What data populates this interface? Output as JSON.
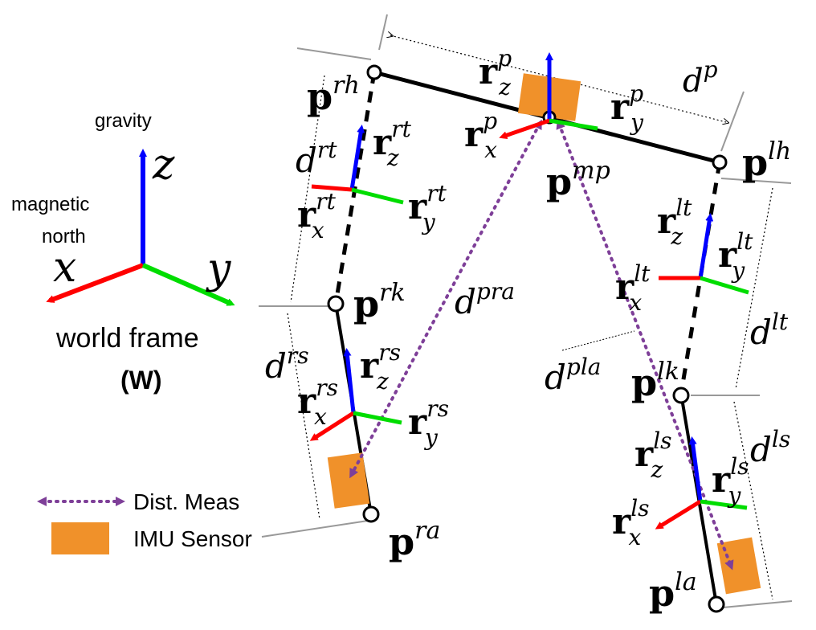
{
  "world_frame": {
    "gravity_label": "gravity",
    "north_label_line1": "magnetic",
    "north_label_line2": "north",
    "axis_z": "z",
    "axis_x": "x",
    "axis_y": "y",
    "frame_title": "world frame",
    "frame_symbol": "(W)"
  },
  "legend": {
    "distance_label": "Dist. Meas",
    "imu_label": "IMU Sensor"
  },
  "labels": {
    "p_rh": {
      "base": "p",
      "sup": "rh"
    },
    "p_lh": {
      "base": "p",
      "sup": "lh"
    },
    "p_mp": {
      "base": "p",
      "sup": "mp"
    },
    "p_rk": {
      "base": "p",
      "sup": "rk"
    },
    "p_lk": {
      "base": "p",
      "sup": "lk"
    },
    "p_ra": {
      "base": "p",
      "sup": "ra"
    },
    "p_la": {
      "base": "p",
      "sup": "la"
    },
    "d_p": {
      "base": "d",
      "sup": "p"
    },
    "d_rt": {
      "base": "d",
      "sup": "rt"
    },
    "d_rs": {
      "base": "d",
      "sup": "rs"
    },
    "d_lt": {
      "base": "d",
      "sup": "lt"
    },
    "d_ls": {
      "base": "d",
      "sup": "ls"
    },
    "d_pra": {
      "base": "d",
      "sup": "pra"
    },
    "d_pla": {
      "base": "d",
      "sup": "pla"
    },
    "r_z_p": {
      "base": "r",
      "sub": "z",
      "sup": "p"
    },
    "r_y_p": {
      "base": "r",
      "sub": "y",
      "sup": "p"
    },
    "r_x_p": {
      "base": "r",
      "sub": "x",
      "sup": "p"
    },
    "r_z_rt": {
      "base": "r",
      "sub": "z",
      "sup": "rt"
    },
    "r_x_rt": {
      "base": "r",
      "sub": "x",
      "sup": "rt"
    },
    "r_y_rt": {
      "base": "r",
      "sub": "y",
      "sup": "rt"
    },
    "r_z_rs": {
      "base": "r",
      "sub": "z",
      "sup": "rs"
    },
    "r_x_rs": {
      "base": "r",
      "sub": "x",
      "sup": "rs"
    },
    "r_y_rs": {
      "base": "r",
      "sub": "y",
      "sup": "rs"
    },
    "r_z_lt": {
      "base": "r",
      "sub": "z",
      "sup": "lt"
    },
    "r_y_lt": {
      "base": "r",
      "sub": "y",
      "sup": "lt"
    },
    "r_x_lt": {
      "base": "r",
      "sub": "x",
      "sup": "lt"
    },
    "r_z_ls": {
      "base": "r",
      "sub": "z",
      "sup": "ls"
    },
    "r_y_ls": {
      "base": "r",
      "sub": "y",
      "sup": "ls"
    },
    "r_x_ls": {
      "base": "r",
      "sub": "x",
      "sup": "ls"
    }
  },
  "colors": {
    "x_axis": "#ff0000",
    "y_axis": "#00dd00",
    "z_axis": "#0000ff",
    "imu": "#f0912a",
    "distance": "#7e3f98",
    "guide": "#999999"
  }
}
